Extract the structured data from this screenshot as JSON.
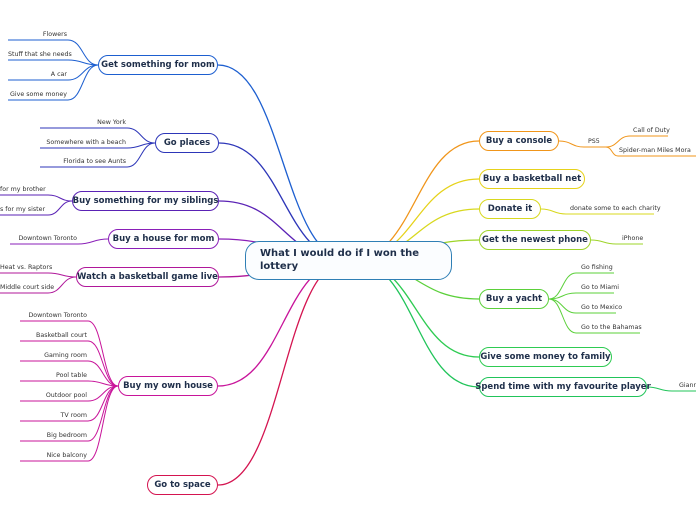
{
  "central": "What I would do if I won the lottery",
  "branches": {
    "mom": {
      "label": "Get something for mom",
      "color": "#1d5fd0",
      "leaves": [
        "Flowers",
        "Stuff that she needs",
        "A car",
        "Give some money"
      ]
    },
    "places": {
      "label": "Go places",
      "color": "#2d36b8",
      "leaves": [
        "New York",
        "Somewhere with a beach",
        "Florida to see Aunts"
      ]
    },
    "siblings": {
      "label": "Buy something for my siblings",
      "color": "#5a22b5",
      "leaves": [
        "for my brother",
        "s for my sister"
      ]
    },
    "house_mom": {
      "label": "Buy a house for mom",
      "color": "#8a1fb8",
      "leaves": [
        "Downtown Toronto"
      ]
    },
    "game": {
      "label": "Watch a basketball game live",
      "color": "#b0179a",
      "leaves": [
        "Heat vs. Raptors",
        "Middle court side"
      ]
    },
    "own_house": {
      "label": "Buy my own house",
      "color": "#c8149a",
      "leaves": [
        "Downtown Toronto",
        "Basketball court",
        "Gaming room",
        "Pool table",
        "Outdoor pool",
        "TV room",
        "Big bedroom",
        "Nice balcony"
      ]
    },
    "space": {
      "label": "Go to space",
      "color": "#d41450"
    },
    "console": {
      "label": "Buy a console",
      "color": "#f0951a",
      "sub": "PS5",
      "leaves": [
        "Call of Duty",
        "Spider-man Miles Mora"
      ]
    },
    "net": {
      "label": "Buy a basketball net",
      "color": "#e6d21a"
    },
    "donate": {
      "label": "Donate it",
      "color": "#d8d81e",
      "leaves": [
        "donate some to each charity"
      ]
    },
    "phone": {
      "label": "Get the newest phone",
      "color": "#9ed42a",
      "leaves": [
        "iPhone"
      ]
    },
    "yacht": {
      "label": "Buy a yacht",
      "color": "#5bd03a",
      "leaves": [
        "Go fishing",
        "Go to Miami",
        "Go to Mexico",
        "Go to the Bahamas"
      ]
    },
    "family": {
      "label": "Give some money to family",
      "color": "#2ecb52"
    },
    "player": {
      "label": "Spend time with my favourite player",
      "color": "#21c45a",
      "leaves": [
        "Giann"
      ]
    }
  }
}
